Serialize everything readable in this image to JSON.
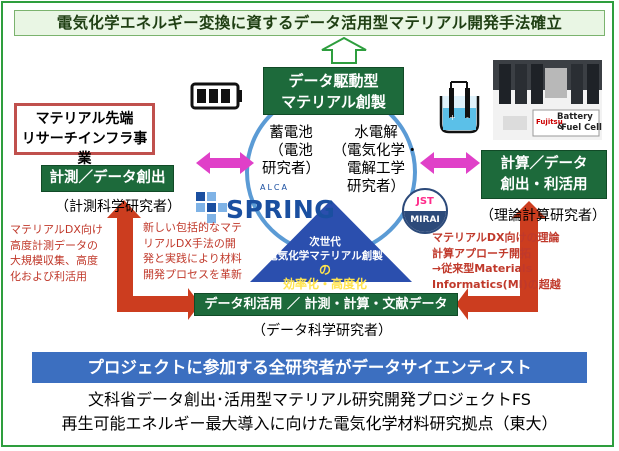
{
  "top_title": "電気化学エネルギー変換に資するデータ活用型マテリアル開発手法確立",
  "center_top_box": [
    "データ駆動型",
    "マテリアル創製"
  ],
  "infra_box": [
    "マテリアル先端",
    "リサーチインフラ事業"
  ],
  "battery_researcher": [
    "蓄電池",
    "（電池",
    "研究者）"
  ],
  "electrolysis_researcher": [
    "水電解",
    "（電気化学・",
    "電解工学",
    "研究者）"
  ],
  "left_box": "計測／データ創出",
  "left_role": "（計測科学研究者）",
  "right_box": [
    "計算／データ",
    "創出・利活用"
  ],
  "right_role": "（理論計算研究者）",
  "bottom_box": "データ利活用 ／ 計測・計算・文献データ",
  "bottom_role": "（データ科学研究者）",
  "left_red_text": [
    "マテリアルDX向け",
    "高度計測データの",
    "大規模収集、高度",
    "化および利活用"
  ],
  "mid_red_text": [
    "新しい包括的なマテ",
    "リアルDX手法の開",
    "発と実践により材料",
    "開発プロセスを革新"
  ],
  "right_red_text": [
    "マテリアルDX向けの理論",
    "計算アプローチ開拓",
    "→従来型Materials",
    "Informatics(MI)の超越"
  ],
  "pyramid_text": [
    "次世代",
    "電気化学マテリアル創製",
    "の",
    "効率化・高度化"
  ],
  "spring_logo": {
    "small": "ALCA",
    "main": "SPRING"
  },
  "jst_logo": {
    "top": "JST",
    "bottom": "MIRAI"
  },
  "machine_label": {
    "line1": "Battery &",
    "line2": "Fuel Cell",
    "brand": "Fujitsu"
  },
  "banner": "プロジェクトに参加する全研究者がデータサイエンティスト",
  "footer_line1": "文科省データ創出･活用型マテリアル研究開発プロジェクトFS",
  "footer_line2": "再生可能エネルギー最大導入に向けた電気化学材料研究拠点（東大）",
  "colors": {
    "frame": "#2e9e3e",
    "green_box": "#1d6a3b",
    "magenta_arrow": "#e040c8",
    "red_arrow": "#cc3d1f",
    "blue_banner": "#3c6fc0",
    "red_text": "#c0392b"
  }
}
